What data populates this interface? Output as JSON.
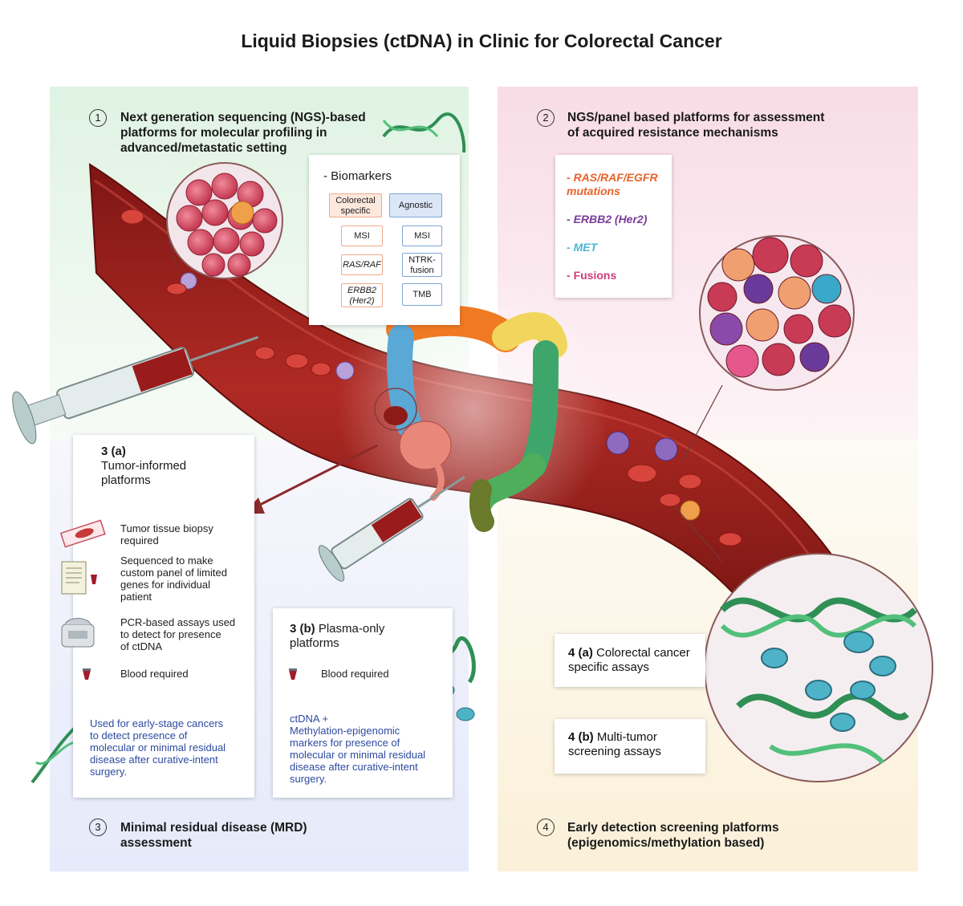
{
  "title": "Liquid Biopsies (ctDNA) in Clinic for Colorectal Cancer",
  "panel1": {
    "number": "1",
    "heading": [
      "Next generation sequencing (NGS)-based",
      "platforms for molecular profiling in",
      "advanced/metastatic setting"
    ],
    "biomarkers_label": "- Biomarkers",
    "colorectal_header": [
      "Colorectal",
      "specific"
    ],
    "agnostic_header": "Agnostic",
    "colorectal_items": [
      "MSI",
      "RAS/RAF",
      "ERBB2",
      "(Her2)"
    ],
    "agnostic_items": [
      "MSI",
      "NTRK-",
      "fusion",
      "TMB"
    ]
  },
  "panel2": {
    "number": "2",
    "heading": [
      "NGS/panel based platforms for assessment",
      "of acquired resistance mechanisms"
    ],
    "items": [
      {
        "prefix": "- ",
        "text": "RAS/RAF/EGFR",
        "text2": "mutations",
        "color": "#e8632a"
      },
      {
        "prefix": "- ",
        "text": "ERBB2 (Her2)",
        "color": "#7a3d9a"
      },
      {
        "prefix": "- ",
        "text": "MET",
        "color": "#4bb8d6"
      },
      {
        "prefix": "- ",
        "text": "Fusions",
        "color": "#d13c7a"
      }
    ]
  },
  "panel3": {
    "number": "3",
    "heading": [
      "Minimal residual disease (MRD)",
      "assessment"
    ],
    "a": {
      "label": "3 (a)",
      "title": [
        "Tumor-informed",
        "platforms"
      ],
      "rows": [
        {
          "icon": "biopsy-slide-icon",
          "text": [
            "Tumor tissue biopsy",
            "required"
          ]
        },
        {
          "icon": "document-icon",
          "text": [
            "Sequenced to make",
            "custom panel of limited",
            "genes for individual",
            "patient"
          ]
        },
        {
          "icon": "pcr-machine-icon",
          "text": [
            "PCR-based assays used",
            "to detect for presence",
            "of ctDNA"
          ]
        },
        {
          "icon": "blood-tube-icon",
          "text": [
            "Blood required"
          ]
        }
      ],
      "note": [
        "Used for early-stage cancers",
        "to detect presence of",
        "molecular or minimal residual",
        "disease after curative-intent",
        "surgery."
      ]
    },
    "b": {
      "label": "3 (b)",
      "title_rest": "Plasma-only",
      "title2": "platforms",
      "row": "Blood required",
      "note": [
        "ctDNA +",
        "Methylation-epigenomic",
        "markers for presence of",
        "molecular or minimal residual",
        "disease after curative-intent",
        "surgery."
      ]
    }
  },
  "panel4": {
    "number": "4",
    "heading": [
      "Early detection screening platforms",
      "(epigenomics/methylation based)"
    ],
    "a": {
      "label": "4 (a)",
      "text": "Colorectal cancer",
      "text2": "specific assays"
    },
    "b": {
      "label": "4 (b)",
      "text": "Multi-tumor",
      "text2": "screening assays"
    }
  },
  "colors": {
    "vessel": "#a8231f",
    "vessel_dark": "#7e1614",
    "red_cell": "#c9302c",
    "colon_orange": "#f07a22",
    "colon_yellow": "#f2d55c",
    "colon_green": "#3fa66b",
    "colon_blue": "#5aa8d6",
    "dna_green": "#3aa05a"
  }
}
